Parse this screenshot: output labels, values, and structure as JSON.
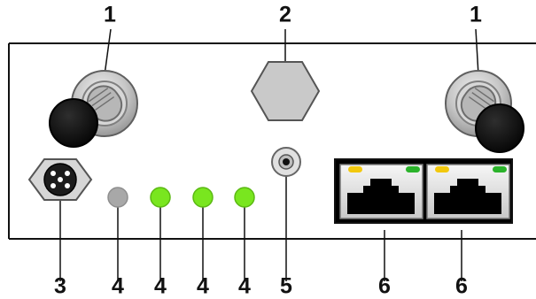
{
  "callouts": {
    "antenna_left": "1",
    "vent": "2",
    "antenna_right": "1",
    "power_connector": "3",
    "led_gray": "4",
    "led_green_1": "4",
    "led_green_2": "4",
    "led_green_3": "4",
    "reset_button": "5",
    "ethernet_left": "6",
    "ethernet_right": "6"
  },
  "leds": [
    {
      "color": "#a8a8a8"
    },
    {
      "color": "#79e61f"
    },
    {
      "color": "#79e61f"
    },
    {
      "color": "#79e61f"
    }
  ],
  "ports": [
    {
      "left_led": "#f2c80e",
      "right_led": "#2bb32b"
    },
    {
      "left_led": "#f2c80e",
      "right_led": "#2bb32b"
    }
  ]
}
